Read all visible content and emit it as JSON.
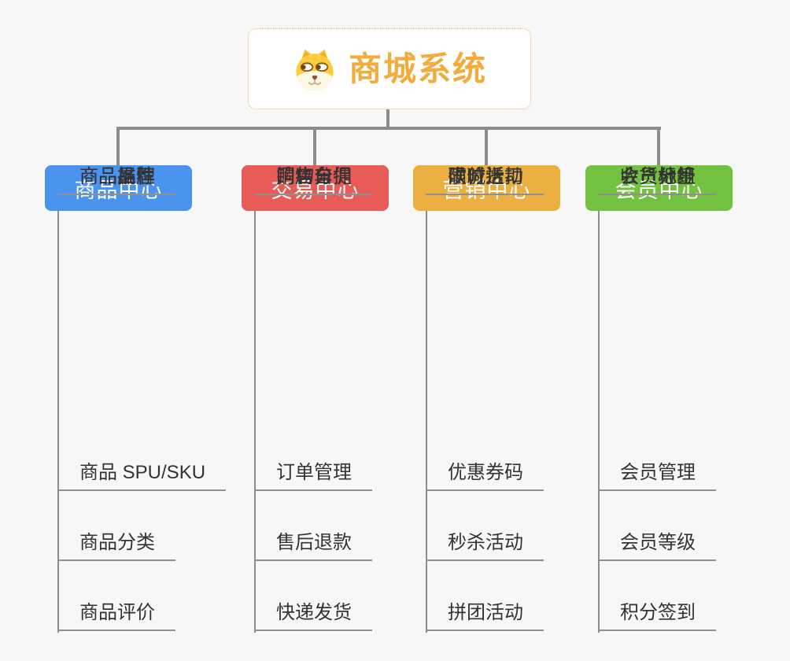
{
  "canvas": {
    "background_color": "#F7F7F7",
    "connector_color": "#8C8C8C"
  },
  "root": {
    "title": "商城系统",
    "icon": "dog-face-icon",
    "text_color": "#F2AC3E",
    "border_color": "#F0B05C",
    "background_color": "#FFFFFF"
  },
  "branches": [
    {
      "label": "商品中心",
      "color": "#4A93EE",
      "items": [
        "商品 SPU/SKU",
        "商品分类",
        "商品评价",
        "商品属性",
        "商品推荐",
        "商品品牌"
      ]
    },
    {
      "label": "交易中心",
      "color": "#E85B57",
      "items": [
        "订单管理",
        "售后退款",
        "快递发货",
        "门店自提",
        "购物车",
        "销售分佣"
      ]
    },
    {
      "label": "营销中心",
      "color": "#ECB042",
      "items": [
        "优惠券码",
        "秒杀活动",
        "拼团活动",
        "砍价活动",
        "限时折扣",
        "满减送"
      ]
    },
    {
      "label": "会员中心",
      "color": "#72C13F",
      "items": [
        "会员管理",
        "会员等级",
        "积分签到",
        "会员标签",
        "会员分组",
        "收货地址"
      ]
    }
  ]
}
